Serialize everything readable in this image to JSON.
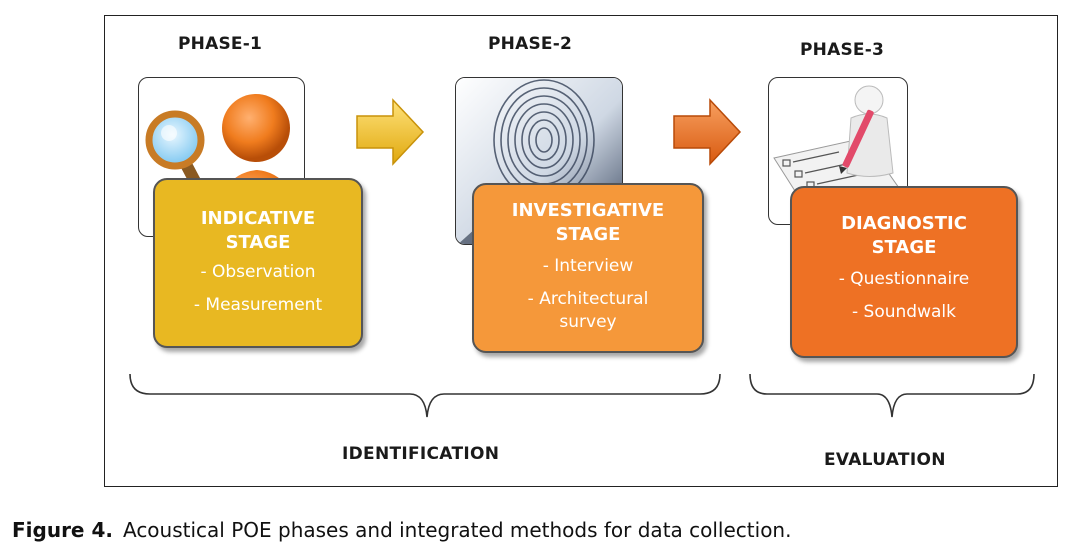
{
  "diagram": {
    "phases": [
      {
        "title": "PHASE-1",
        "icon": "magnifier-person-icon",
        "stage_title": [
          "INDICATIVE",
          "STAGE"
        ],
        "items": [
          "- Observation",
          "- Measurement"
        ],
        "color": "#E8B822"
      },
      {
        "title": "PHASE-2",
        "icon": "fingerprint-icon",
        "stage_title": [
          "INVESTIGATIVE",
          "STAGE"
        ],
        "items": [
          "- Interview",
          "- Architectural",
          "survey"
        ],
        "color": "#F5983A"
      },
      {
        "title": "PHASE-3",
        "icon": "person-writing-checklist-icon",
        "stage_title": [
          "DIAGNOSTIC",
          "STAGE"
        ],
        "items": [
          "- Questionnaire",
          "- Soundwalk"
        ],
        "color": "#EE7124"
      }
    ],
    "arrows": [
      {
        "from": "PHASE-1",
        "to": "PHASE-2",
        "color": "#F0C83A"
      },
      {
        "from": "PHASE-2",
        "to": "PHASE-3",
        "color": "#EE7124"
      }
    ],
    "groups": [
      {
        "label": "IDENTIFICATION",
        "spans": [
          "PHASE-1",
          "PHASE-2"
        ]
      },
      {
        "label": "EVALUATION",
        "spans": [
          "PHASE-3"
        ]
      }
    ]
  },
  "caption": {
    "label": "Figure 4.",
    "text": "Acoustical POE phases and integrated methods for data collection."
  }
}
